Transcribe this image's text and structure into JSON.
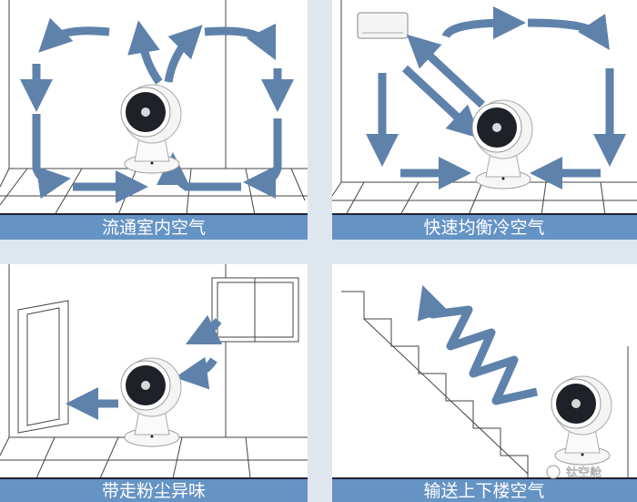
{
  "panels": [
    {
      "caption": "流通室内空气"
    },
    {
      "caption": "快速均衡冷空气"
    },
    {
      "caption": "带走粉尘异味"
    },
    {
      "caption": "输送上下楼空气"
    }
  ],
  "watermark": "钛空舱",
  "colors": {
    "band": "#6593c4",
    "arrow": "#5f82ab",
    "background": "#dfe7ee"
  }
}
